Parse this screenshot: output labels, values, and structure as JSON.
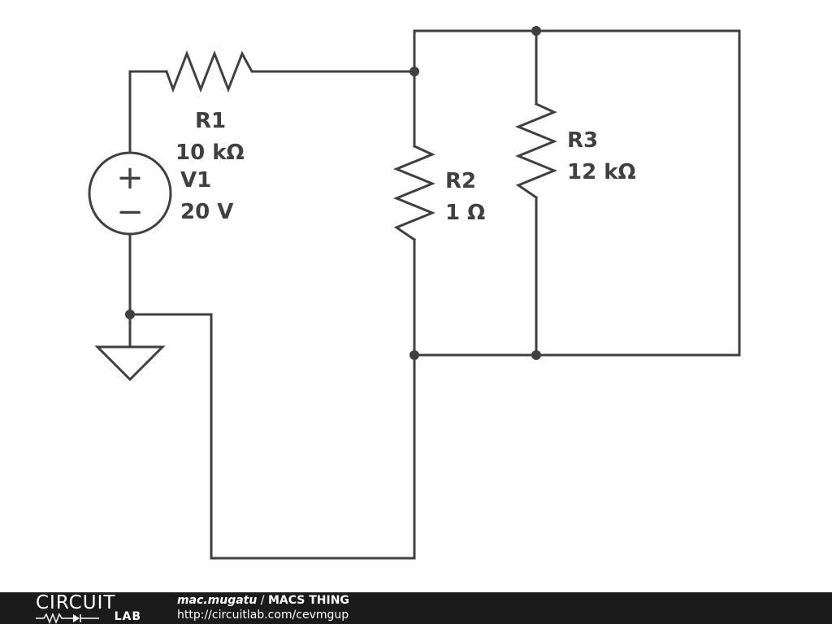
{
  "circuit": {
    "components": [
      {
        "ref": "V1",
        "value": "20 V"
      },
      {
        "ref": "R1",
        "value": "10 kΩ"
      },
      {
        "ref": "R2",
        "value": "1 Ω"
      },
      {
        "ref": "R3",
        "value": "12 kΩ"
      }
    ],
    "source_symbols": {
      "plus": "+",
      "minus": "−"
    }
  },
  "footer": {
    "logo_top": "CIRCUIT",
    "logo_bottom": "LAB",
    "author": "mac.mugatu",
    "separator": " / ",
    "title": "MACS THING",
    "url": "http://circuitlab.com/cevmgup"
  },
  "colors": {
    "wire": "#404040",
    "footer_bg": "#1b1b1b",
    "footer_text": "#ffffff"
  }
}
